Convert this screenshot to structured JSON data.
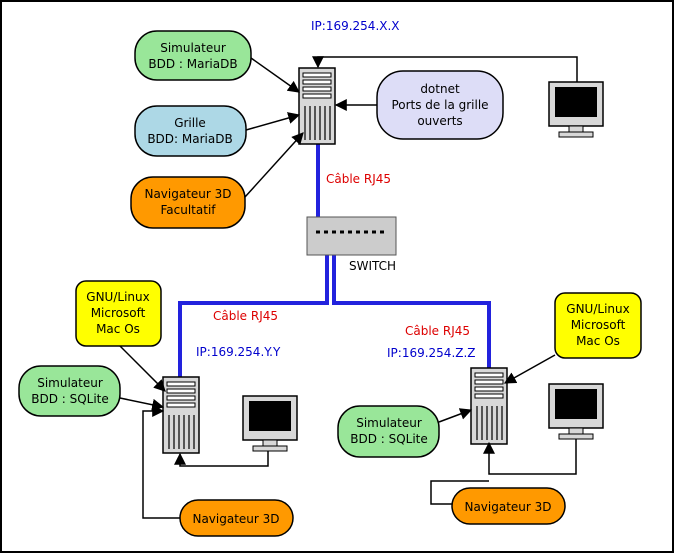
{
  "labels": {
    "ip_top": "IP:169.254.X.X",
    "ip_left": "IP:169.254.Y.Y",
    "ip_right": "IP:169.254.Z.Z",
    "cable_top": "Câble RJ45",
    "cable_left": "Câble RJ45",
    "cable_right": "Câble RJ45",
    "switch": "SWITCH"
  },
  "bubbles": {
    "sim_mariadb": [
      "Simulateur",
      "BDD : MariaDB"
    ],
    "grille_mariadb": [
      "Grille",
      "BDD: MariaDB"
    ],
    "nav3d_facultatif": [
      "Navigateur 3D",
      "Facultatif"
    ],
    "dotnet": [
      "dotnet",
      "Ports de la grille",
      "ouverts"
    ],
    "os_left": [
      "GNU/Linux",
      "Microsoft",
      "Mac Os"
    ],
    "os_right": [
      "GNU/Linux",
      "Microsoft",
      "Mac Os"
    ],
    "sim_sqlite_left": [
      "Simulateur",
      "BDD : SQLite"
    ],
    "sim_sqlite_right": [
      "Simulateur",
      "BDD : SQLite"
    ],
    "nav3d_left": [
      "Navigateur 3D"
    ],
    "nav3d_right": [
      "Navigateur 3D"
    ]
  },
  "colors": {
    "green": "#99e699",
    "lightblue": "#add8e6",
    "orange": "#ff9900",
    "lavender": "#ddddf7",
    "yellow": "#ffff00",
    "ip_blue": "#0000cc",
    "cable_red": "#dd0000",
    "link_blue": "#2222dd"
  }
}
